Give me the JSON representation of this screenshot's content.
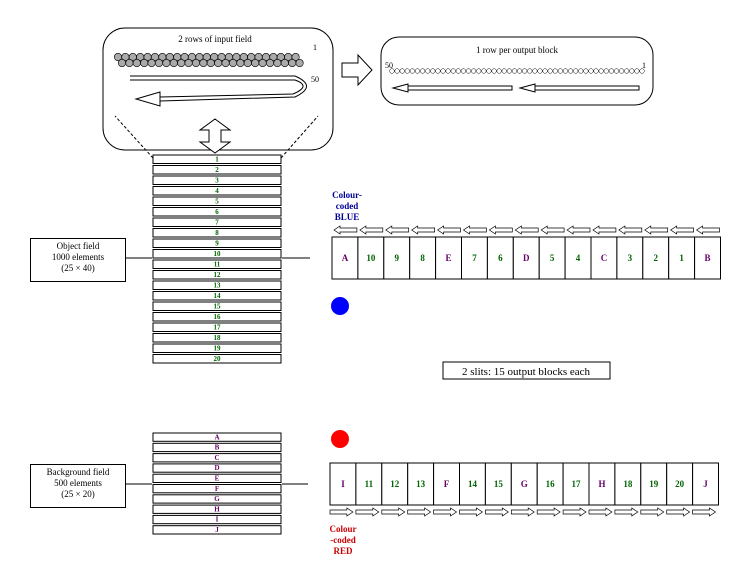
{
  "input_panel": {
    "title": "2 rows of input field",
    "label_one": "1",
    "label_fifty": "50"
  },
  "output_panel": {
    "title": "1 row per output block",
    "label_fifty": "50",
    "label_one": "1"
  },
  "object_field": {
    "caption_lines": [
      "Object field",
      "1000 elements",
      "(25 × 40)"
    ],
    "rows": [
      "1",
      "2",
      "3",
      "4",
      "5",
      "6",
      "7",
      "8",
      "9",
      "10",
      "11",
      "12",
      "13",
      "14",
      "15",
      "16",
      "17",
      "18",
      "19",
      "20"
    ]
  },
  "background_field": {
    "caption_lines": [
      "Background field",
      "500 elements",
      "(25 × 20)"
    ],
    "rows": [
      "A",
      "B",
      "C",
      "D",
      "E",
      "F",
      "G",
      "H",
      "I",
      "J"
    ]
  },
  "blue_slit": {
    "color_lines": [
      "Colour-",
      "coded",
      "BLUE"
    ],
    "cells": [
      "A",
      "10",
      "9",
      "8",
      "E",
      "7",
      "6",
      "D",
      "5",
      "4",
      "C",
      "3",
      "2",
      "1",
      "B"
    ]
  },
  "red_slit": {
    "color_lines": [
      "Colour",
      "-coded",
      "RED"
    ],
    "cells": [
      "I",
      "11",
      "12",
      "13",
      "F",
      "14",
      "15",
      "G",
      "16",
      "17",
      "H",
      "18",
      "19",
      "20",
      "J"
    ]
  },
  "note": "2 slits: 15 output blocks each",
  "colors": {
    "number_green": "#006400",
    "letter_purple": "#660066",
    "blue": "#0000ff",
    "red": "#ff0000",
    "blue_label": "#000099",
    "red_label": "#cc0000"
  }
}
